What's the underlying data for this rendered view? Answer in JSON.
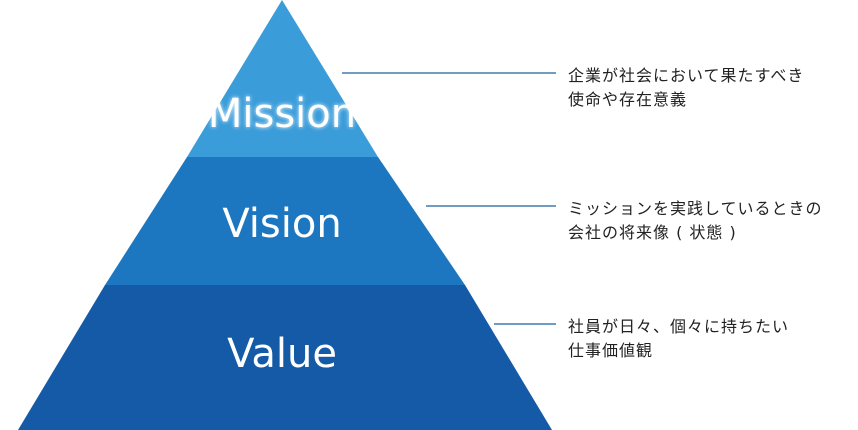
{
  "pyramid": {
    "colors": {
      "top": "#3a9cd9",
      "middle": "#1c77c0",
      "bottom": "#155aa7",
      "connector": "#1c5f9f"
    },
    "tiers": [
      {
        "key": "mission",
        "label": "Mission",
        "description_lines": [
          "企業が社会において果たすべき",
          "使命や存在意義"
        ]
      },
      {
        "key": "vision",
        "label": "Vision",
        "description_lines": [
          "ミッションを実践しているときの",
          "会社の将来像 ( 状態 )"
        ]
      },
      {
        "key": "value",
        "label": "Value",
        "description_lines": [
          "社員が日々、個々に持ちたい",
          "仕事価値観"
        ]
      }
    ]
  }
}
